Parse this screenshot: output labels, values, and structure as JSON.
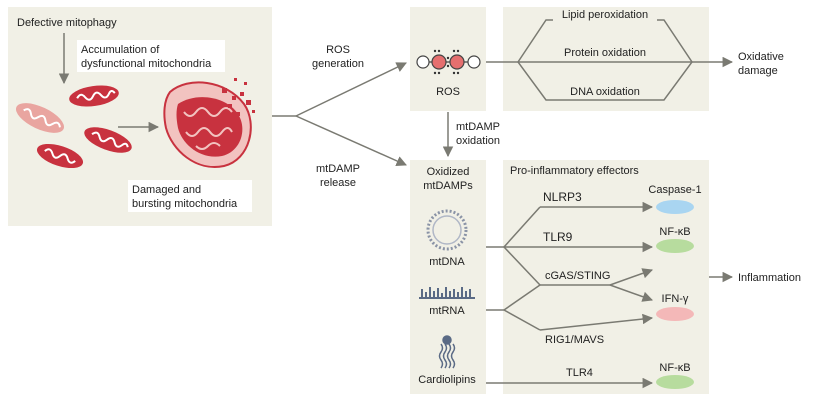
{
  "mitochondria_panel": {
    "defective_mitophagy": "Defective mitophagy",
    "accumulation_line1": "Accumulation of",
    "accumulation_line2": "dysfunctional mitochondria",
    "damaged_line1": "Damaged and",
    "damaged_line2": "bursting mitochondria"
  },
  "branches": {
    "ros_generation_line1": "ROS",
    "ros_generation_line2": "generation",
    "mtdamp_release_line1": "mtDAMP",
    "mtdamp_release_line2": "release",
    "mtdamp_oxidation_line1": "mtDAMP",
    "mtdamp_oxidation_line2": "oxidation"
  },
  "ros_panel": {
    "label": "ROS"
  },
  "oxidation_panel": {
    "lipid": "Lipid peroxidation",
    "protein": "Protein oxidation",
    "dna": "DNA oxidation",
    "outcome_line1": "Oxidative",
    "outcome_line2": "damage"
  },
  "mtdamps_panel": {
    "title_line1": "Oxidized",
    "title_line2": "mtDAMPs",
    "mtdna": "mtDNA",
    "mtrna": "mtRNA",
    "cardiolipins": "Cardiolipins"
  },
  "effectors_panel": {
    "title": "Pro-inflammatory effectors",
    "nlrp3": "NLRP3",
    "tlr9": "TLR9",
    "cgas_sting": "cGAS/STING",
    "rig1_mavs": "RIG1/MAVS",
    "tlr4": "TLR4",
    "caspase1": "Caspase-1",
    "nfkb_1": "NF-κB",
    "ifn_gamma": "IFN-γ",
    "nfkb_2": "NF-κB",
    "outcome": "Inflammation"
  },
  "colors": {
    "panel_bg": "#f1f0e6",
    "arrow": "#7a7a72",
    "mito_light": "#e9a5a0",
    "mito_dark": "#c8323f",
    "caspase_blue": "#a9d5f1",
    "nfkb_green": "#b7dc9e",
    "ifn_pink": "#f4b8b8"
  }
}
